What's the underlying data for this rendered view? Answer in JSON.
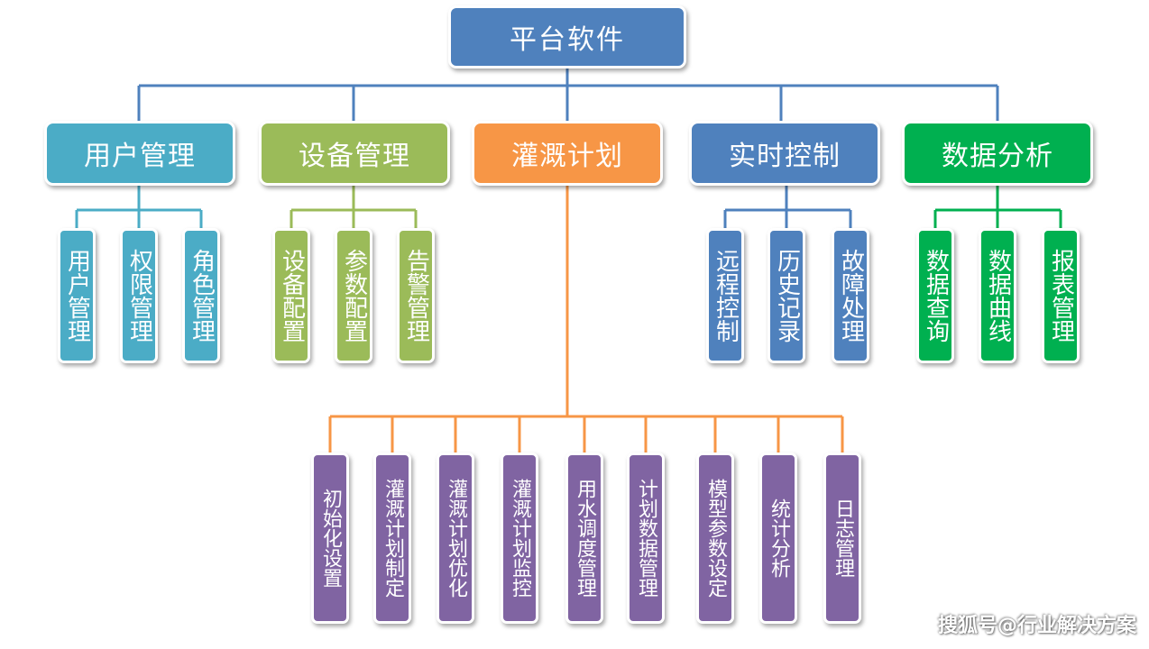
{
  "colors": {
    "root": "#4f81bd",
    "user": "#4bacc6",
    "device": "#9bbb59",
    "irrigation": "#f79646",
    "realtime": "#4f81bd",
    "data": "#00b050",
    "plan_children": "#8064a2"
  },
  "root": {
    "label": "平台软件"
  },
  "modules": [
    {
      "label": "用户管理",
      "children": [
        "用户管理",
        "权限管理",
        "角色管理"
      ]
    },
    {
      "label": "设备管理",
      "children": [
        "设备配置",
        "参数配置",
        "告警管理"
      ]
    },
    {
      "label": "灌溉计划",
      "children": [
        "初始化设置",
        "灌溉计划制定",
        "灌溉计划优化",
        "灌溉计划监控",
        "用水调度管理",
        "计划数据管理",
        "模型参数设定",
        "统计分析",
        "日志管理"
      ]
    },
    {
      "label": "实时控制",
      "children": [
        "远程控制",
        "历史记录",
        "故障处理"
      ]
    },
    {
      "label": "数据分析",
      "children": [
        "数据查询",
        "数据曲线",
        "报表管理"
      ]
    }
  ],
  "watermark": "搜狐号@行业解决方案"
}
